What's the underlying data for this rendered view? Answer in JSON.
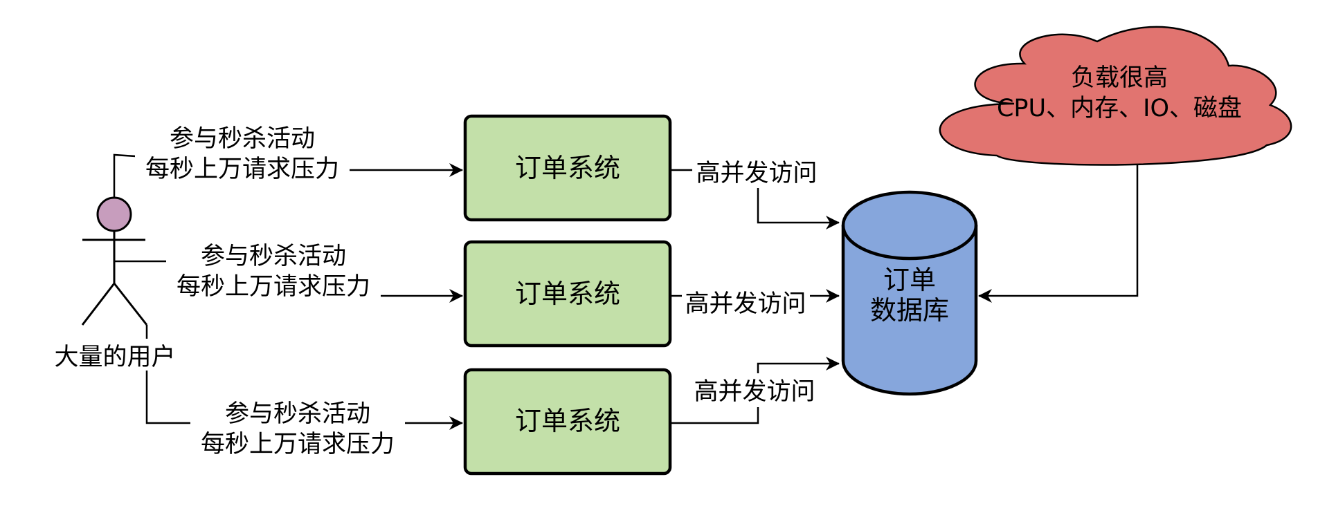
{
  "actor": {
    "label": "大量的用户",
    "head_color": "#c79dbd"
  },
  "order_systems": [
    {
      "label": "订单系统",
      "request_label_line1": "参与秒杀活动",
      "request_label_line2": "每秒上万请求压力",
      "db_label": "高并发访问"
    },
    {
      "label": "订单系统",
      "request_label_line1": "参与秒杀活动",
      "request_label_line2": "每秒上万请求压力",
      "db_label": "高并发访问"
    },
    {
      "label": "订单系统",
      "request_label_line1": "参与秒杀活动",
      "request_label_line2": "每秒上万请求压力",
      "db_label": "高并发访问"
    }
  ],
  "database": {
    "label_line1": "订单",
    "label_line2": "数据库"
  },
  "load_cloud": {
    "label_line1": "负载很高",
    "label_line2": "CPU、内存、IO、磁盘"
  },
  "colors": {
    "box_fill": "#c3e0a9",
    "db_fill": "#86a6dc",
    "cloud_fill": "#e17470",
    "stroke": "#000000"
  }
}
